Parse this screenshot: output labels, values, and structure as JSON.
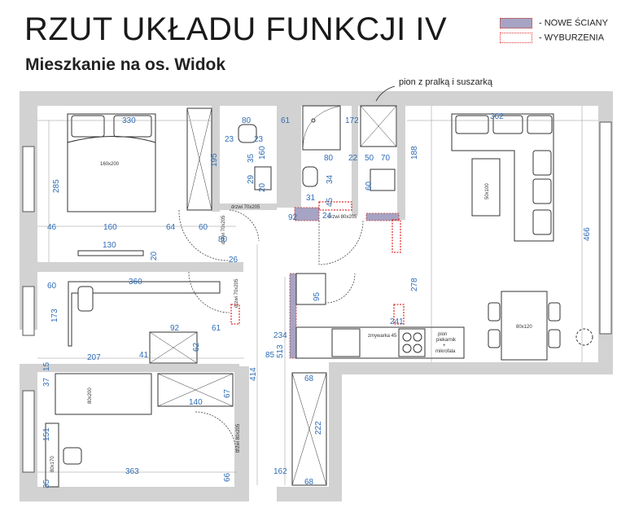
{
  "title": "RZUT UKŁADU FUNKCJI IV",
  "subtitle": "Mieszkanie na os. Widok",
  "legend": {
    "new_walls": "- NOWE ŚCIANY",
    "demolition": "- WYBURZENIA",
    "colors": {
      "new_wall_fill": "#a7a3c4",
      "demolition_border": "#e03030",
      "wall": "#d2d2d2",
      "dimension": "#2f6db5"
    }
  },
  "annotations": {
    "pion": "pion z pralką i suszarką",
    "bed_master": "160x200",
    "bed_child": "80x200",
    "desk": "80x170",
    "coffee_table": "50x100",
    "dining_table": "80x120",
    "dishwasher": "zmywarka 45",
    "oven_line1": "pion",
    "oven_line2": "piekarnik",
    "oven_line3": "+",
    "oven_line4": "mikrofala"
  },
  "doors": {
    "d1": "drzwi 70x205",
    "d2": "drzwi 70x205",
    "d3": "drzwi 80x205",
    "d4": "drzwi 70x205",
    "d5": "drzwi 80x205"
  },
  "dimensions": {
    "d330": "330",
    "d80a": "80",
    "d61": "61",
    "d172": "172",
    "d362": "362",
    "d23a": "23",
    "d23b": "23",
    "d160v": "160",
    "d35": "35",
    "d29": "29",
    "d20": "20",
    "d195": "195",
    "d285": "285",
    "d80b": "80",
    "d22": "22",
    "d50": "50",
    "d70": "70",
    "d188": "188",
    "d34": "34",
    "d60a": "60",
    "d31": "31",
    "d45": "45",
    "d92a": "92",
    "d46": "46",
    "d160h": "160",
    "d64": "64",
    "d60b": "60",
    "d80c": "80",
    "d130": "130",
    "d20b": "20",
    "d26": "26",
    "d466": "466",
    "d60c": "60",
    "d360": "360",
    "d95": "95",
    "d278": "278",
    "d173": "173",
    "d92b": "92",
    "d61b": "61",
    "d234": "234",
    "d241": "241",
    "d207": "207",
    "d41": "41",
    "d62": "62",
    "d513": "513",
    "d85": "85",
    "d37": "37",
    "d15": "15",
    "d68a": "68",
    "d414": "414",
    "d67": "67",
    "d140": "140",
    "d151": "151",
    "d222": "222",
    "d363": "363",
    "d162": "162",
    "d35b": "35",
    "d66": "66",
    "d68b": "68",
    "d24": "24"
  }
}
